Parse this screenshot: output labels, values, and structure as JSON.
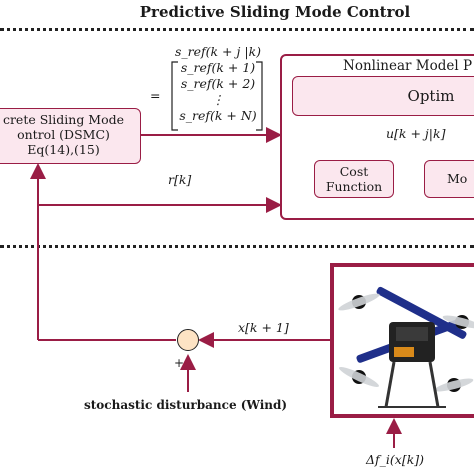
{
  "title": "Predictive Sliding Mode Control",
  "dsmc_box": {
    "line1": "crete Sliding Mode",
    "line2": "ontrol (DSMC)",
    "line3": "Eq(14),(15)"
  },
  "equals": "=",
  "ref_vector": [
    "s_ref(k + j |k)",
    "s_ref(k + 1)",
    "s_ref(k + 2)",
    "⋮",
    "s_ref(k + N)"
  ],
  "nmpc_title": "Nonlinear Model P",
  "optimizer_label": "Optim",
  "cost_function": {
    "line1": "Cost",
    "line2": "Function"
  },
  "model_label": "Mo",
  "control_label": "u[k + j|k]",
  "r_label": "r[k]",
  "x_label": "x[k + 1]",
  "plus_label": "+",
  "disturbance_label": "stochastic disturbance (Wind)",
  "delta_label": "Δf_i(x[k])",
  "colors": {
    "accent": "#9a1d45",
    "box_fill": "#fbe7ee",
    "sum_fill": "#fde3c4"
  }
}
